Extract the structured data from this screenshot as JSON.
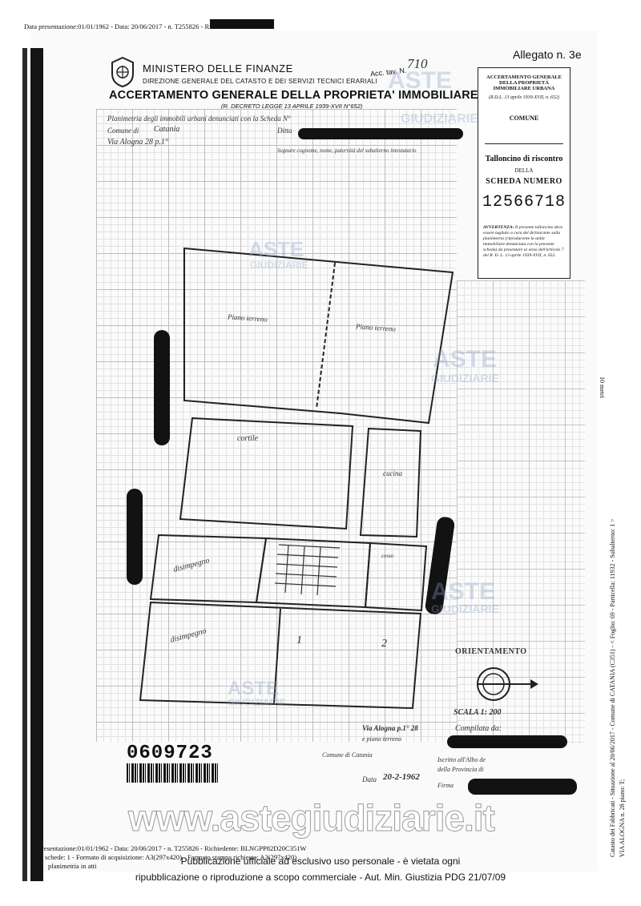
{
  "top_line": "Data presentazione:01/01/1962 - Data: 20/06/2017 - n. T255826 - Richiedente:",
  "allegato": "Allegato n. 3e",
  "ministry": {
    "name": "MINISTERO DELLE FINANZE",
    "direction": "DIREZIONE GENERALE DEL CATASTO E DEI SERVIZI TECNICI ERARIALI",
    "title": "ACCERTAMENTO GENERALE DELLA PROPRIETA' IMMOBILIARE URBANA",
    "decree": "(R. DECRETO LEGGE 13 APRILE 1939-XVII N°652)"
  },
  "acc_tav": "Acc. tav. N.",
  "acc_tav_number": "710",
  "form": {
    "planimetria": "Planimetria degli immobili urbani denunciati con la Scheda N°",
    "comune_label": "Comune di",
    "comune_value": "Catania",
    "via_value": "Via Alogna 28 p.1°",
    "ditta_label": "Ditta",
    "segnare": "Segnare cognome, nome, paternità del subalterno intestatario"
  },
  "stub": {
    "header": "ACCERTAMENTO GENERALE DELLA PROPRIETÀ IMMOBILIARE URBANA",
    "decree": "(R.D.L. 13 aprile 1939-XVII, n. 652)",
    "comune": "COMUNE",
    "talloncino": "Talloncino di riscontro",
    "della": "DELLA",
    "scheda": "SCHEDA NUMERO",
    "number": "12566718",
    "avvertenza_title": "AVVERTENZA:",
    "avvertenza": "Il presente talloncino deve essere tagliato a cura del dichiarante sulla planimetria (riproducente la unità immobiliare denunciata con la presente scheda) da presentare ai sensi dell'articolo 7 del R. D. L. 13 aprile 1939-XVII, n. 652."
  },
  "plan_labels": {
    "piano_terreno_1": "Piano terreno",
    "piano_terreno_2": "Piano terreno",
    "cortile": "cortile",
    "cucina": "cucina",
    "disimpegno_1": "disimpegno",
    "disimpegno_2": "disimpegno",
    "cesso": "cesso",
    "room_1": "1",
    "room_2": "2"
  },
  "orientamento": "ORIENTAMENTO",
  "scala": "SCALA 1: 200",
  "compilata": "Compilata da:",
  "bottom_note_1": "Via Alogna p.1° 28",
  "bottom_note_2": "e piano terreno",
  "bottom_note_3": "Comune di Catania",
  "iscritto_1": "Iscritto all'Albo de",
  "iscritto_2": "della Provincia di",
  "firma": "Firma",
  "data_label": "Data",
  "data_value": "20-2-1962",
  "barcode_number": "0609723",
  "side_text_1": "Catasto dei Fabbricati - Situazione al 20/06/2017 - Comune di CATANIA (C351) - < Foglio: 69 - Particella: 11932 - Subalterno: 1 >",
  "side_text_2": "VIA ALOGNA n. 28 piano: T;",
  "scale_side": "10 metri",
  "footer": {
    "line1": "resentazione:01/01/1962 - Data: 20/06/2017 - n. T255826 - Richiedente: BLNGPP82D20C351W",
    "line2": "schede: 1 - Formato di acquisizione: A3(297x420) - Formato stampa richiesto: A3(297x420)",
    "line3": "planimetria in atti",
    "pub1": "Pubblicazione ufficiale ad esclusivo uso personale - è vietata ogni",
    "pub2": "ripubblicazione o riproduzione a scopo commerciale - Aut. Min. Giustizia PDG 21/07/09"
  },
  "watermark_url": "www.astegiudiziarie.it",
  "watermark_brand": "ASTE",
  "watermark_sub": "GIUDIZIARIE"
}
